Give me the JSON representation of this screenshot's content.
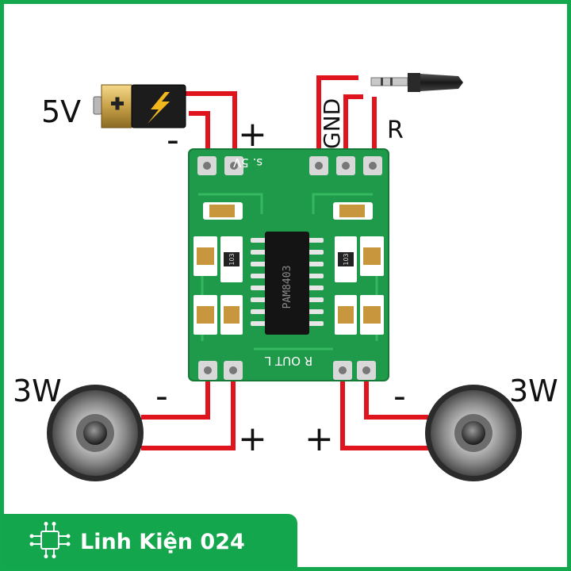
{
  "labels": {
    "voltage": "5V",
    "battery_minus": "-",
    "battery_plus": "+",
    "gnd": "GND",
    "right": "R",
    "left_power": "3W",
    "right_power": "3W",
    "left_minus": "-",
    "left_plus": "+",
    "right_plus": "+",
    "right_minus": "-"
  },
  "board": {
    "top_silk": "s. 5V",
    "bottom_silk": "R OUT L",
    "chip_text": "PAM8403",
    "resistor_code": "103"
  },
  "brand": {
    "name": "Linh Kiện 024"
  },
  "colors": {
    "wire": "#e0141c",
    "board": "#1f9a4a",
    "frame": "#13a84d",
    "banner": "#14a64c"
  }
}
